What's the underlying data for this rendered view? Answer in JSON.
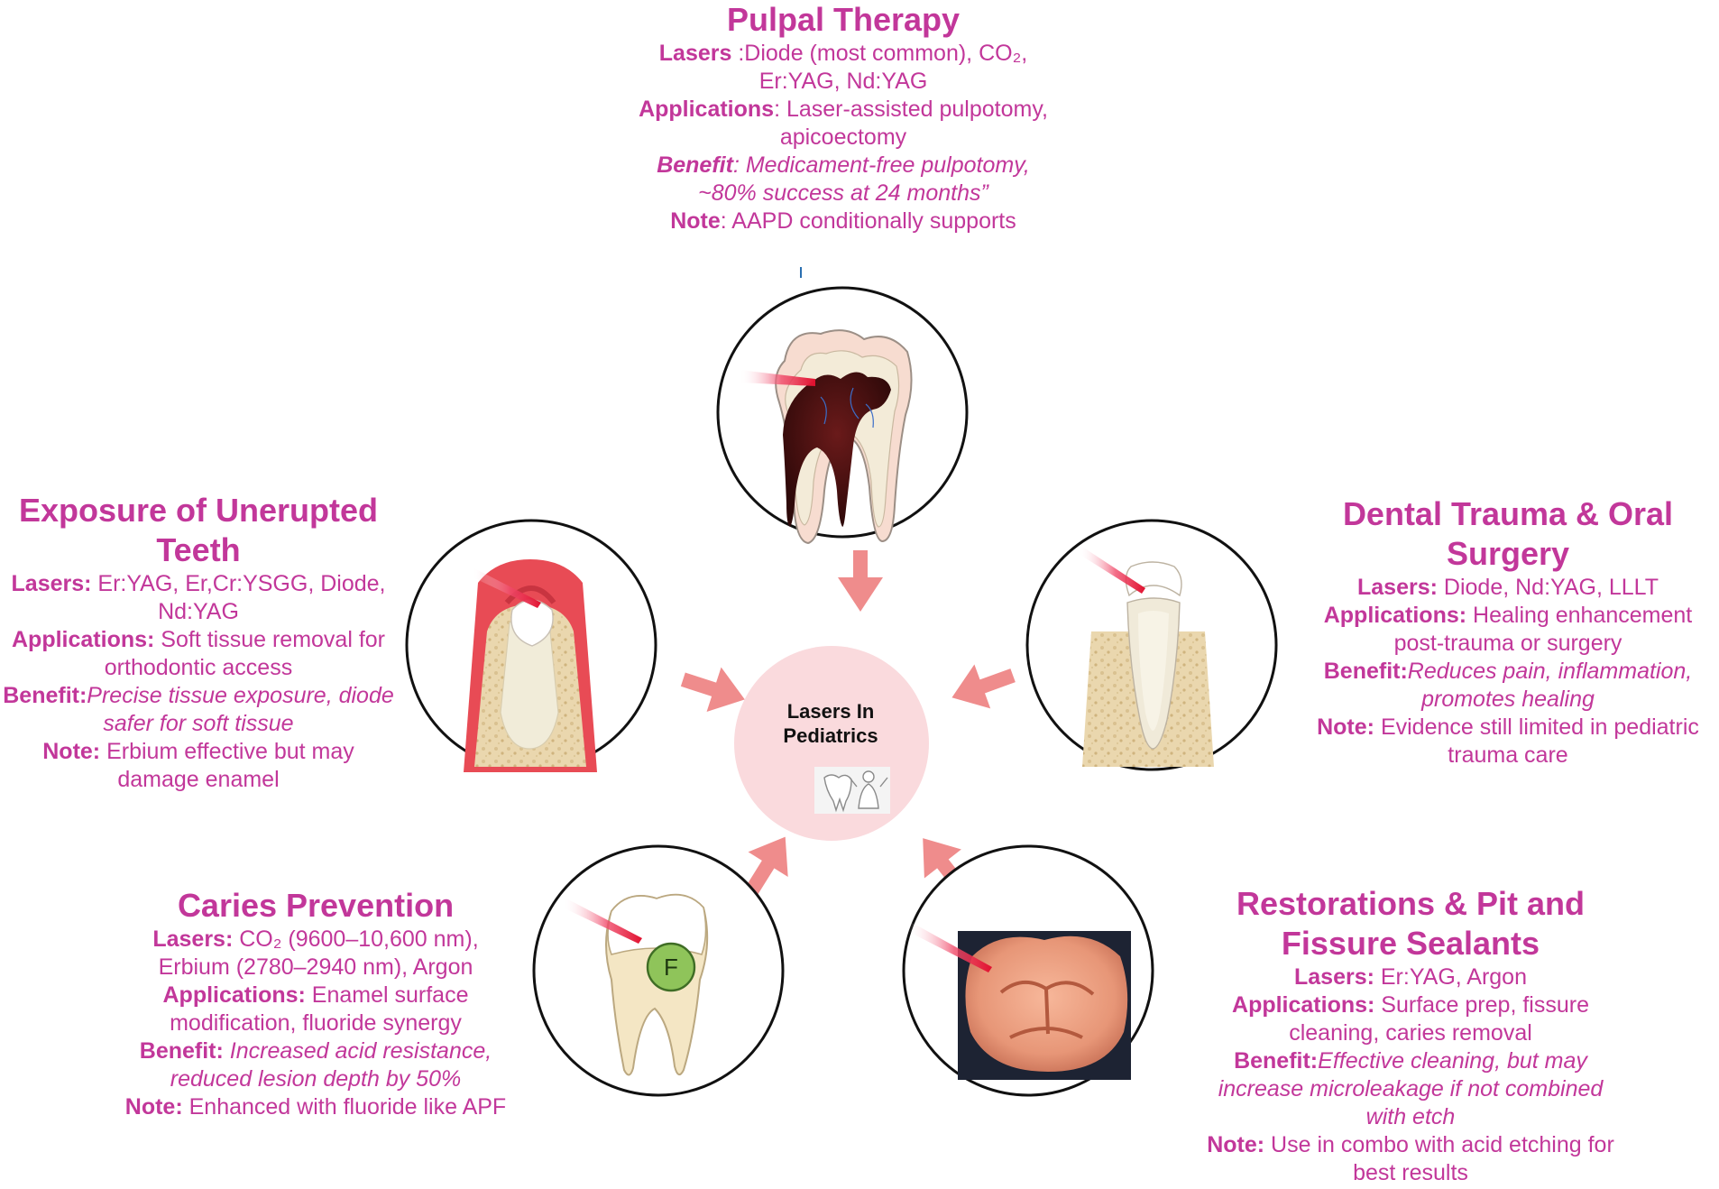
{
  "colors": {
    "text": "#c2379a",
    "arrow": "#ef8c8c",
    "hub": "#fadadd",
    "circle_stroke": "#111111"
  },
  "center": {
    "line1": "Lasers In",
    "line2": "Pediatrics",
    "icon": "child-dentist-icon"
  },
  "pulpal": {
    "title": "Pulpal Therapy",
    "lasers_label": "Lasers",
    "lasers_value": " :Diode (most common), CO₂, Er:YAG, Nd:YAG",
    "applications_label": "Applications",
    "applications_value": ": Laser-assisted pulpotomy, apicoectomy",
    "benefit_label": "Benefit",
    "benefit_value": ": Medicament-free pulpotomy, ~80% success at 24 months”",
    "note_label": "Note",
    "note_value": ": AAPD conditionally supports"
  },
  "exposure": {
    "title": "Exposure of Unerupted Teeth",
    "lasers_label": "Lasers:",
    "lasers_value": " Er:YAG, Er,Cr:YSGG, Diode, Nd:YAG",
    "applications_label": "Applications:",
    "applications_value": " Soft tissue removal for orthodontic access",
    "benefit_label": "Benefit:",
    "benefit_value": "Precise tissue exposure, diode safer for soft tissue",
    "note_label": "Note:",
    "note_value": " Erbium effective but may damage enamel"
  },
  "trauma": {
    "title": "Dental Trauma & Oral Surgery",
    "lasers_label": "Lasers:",
    "lasers_value": " Diode, Nd:YAG, LLLT",
    "applications_label": "Applications:",
    "applications_value": " Healing enhancement post-trauma or surgery",
    "benefit_label": "Benefit:",
    "benefit_value": "Reduces pain, inflammation, promotes healing",
    "note_label": "Note:",
    "note_value": " Evidence still limited in pediatric trauma care"
  },
  "caries": {
    "title": "Caries Prevention",
    "lasers_label": "Lasers:",
    "lasers_value": " CO₂ (9600–10,600 nm), Erbium (2780–2940 nm), Argon",
    "applications_label": "Applications:",
    "applications_value": " Enamel surface modification, fluoride synergy",
    "benefit_label": "Benefit:",
    "benefit_value": " Increased acid resistance, reduced lesion depth by 50%",
    "note_label": "Note:",
    "note_value": " Enhanced with fluoride like APF",
    "fluoride_letter": "F"
  },
  "restorations": {
    "title": "Restorations & Pit and Fissure Sealants",
    "lasers_label": "Lasers:",
    "lasers_value": " Er:YAG, Argon",
    "applications_label": "Applications:",
    "applications_value": " Surface prep, fissure cleaning, caries removal",
    "benefit_label": "Benefit:",
    "benefit_value": "Effective cleaning, but may increase microleakage if not combined with etch",
    "note_label": "Note:",
    "note_value": " Use in combo with acid etching for best results"
  }
}
